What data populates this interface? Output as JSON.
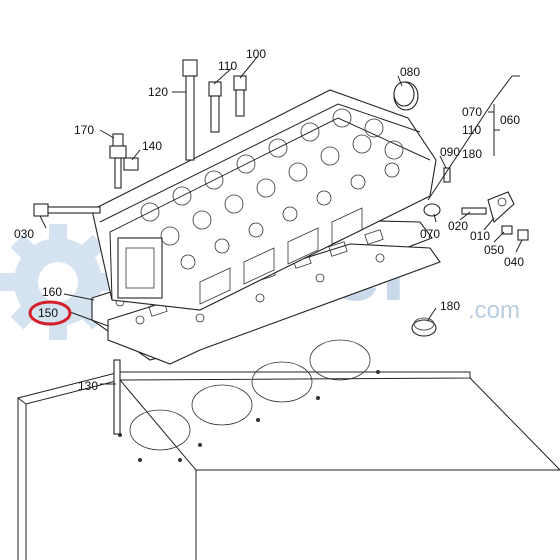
{
  "watermark": {
    "brand": "trakter",
    "suffix": ".com",
    "colors": {
      "gear": "#c9d9ea",
      "text": "#c9d9ea"
    },
    "icon": "gear-icon"
  },
  "highlight_color": "#d41f2b",
  "labels": {
    "p100": "100",
    "p110": "110",
    "p120": "120",
    "p080": "080",
    "p070a": "070",
    "p110b": "110",
    "p060": "060",
    "p180a": "180",
    "p170": "170",
    "p140": "140",
    "p090": "090",
    "p030": "030",
    "p020": "020",
    "p070b": "070",
    "p010": "010",
    "p050": "050",
    "p040": "040",
    "p160": "160",
    "p150": "150",
    "p180b": "180",
    "p130": "130"
  }
}
